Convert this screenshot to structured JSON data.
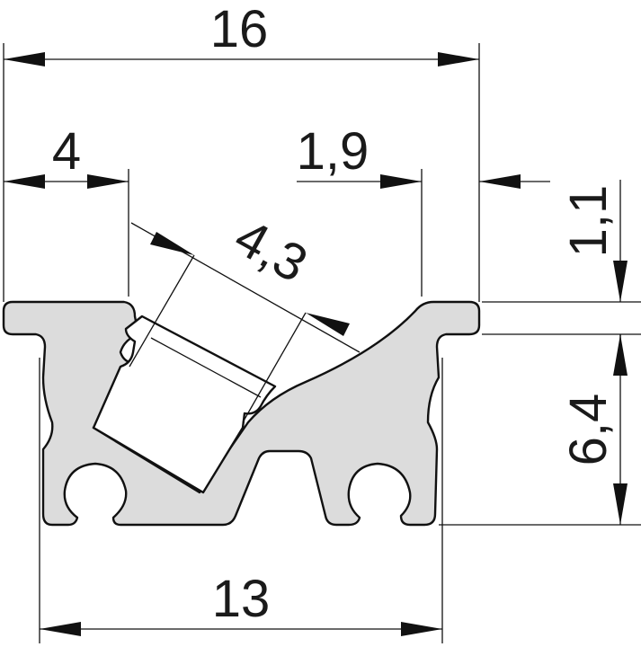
{
  "dimensions": {
    "total_width": "16",
    "left_flange": "4",
    "right_step": "1,9",
    "insert_width": "4,3",
    "flange_height": "1,1",
    "body_height": "6,4",
    "bottom_width": "13"
  },
  "colors": {
    "profile_fill": "#dcdcdc",
    "outline": "#111111",
    "background": "#ffffff"
  }
}
